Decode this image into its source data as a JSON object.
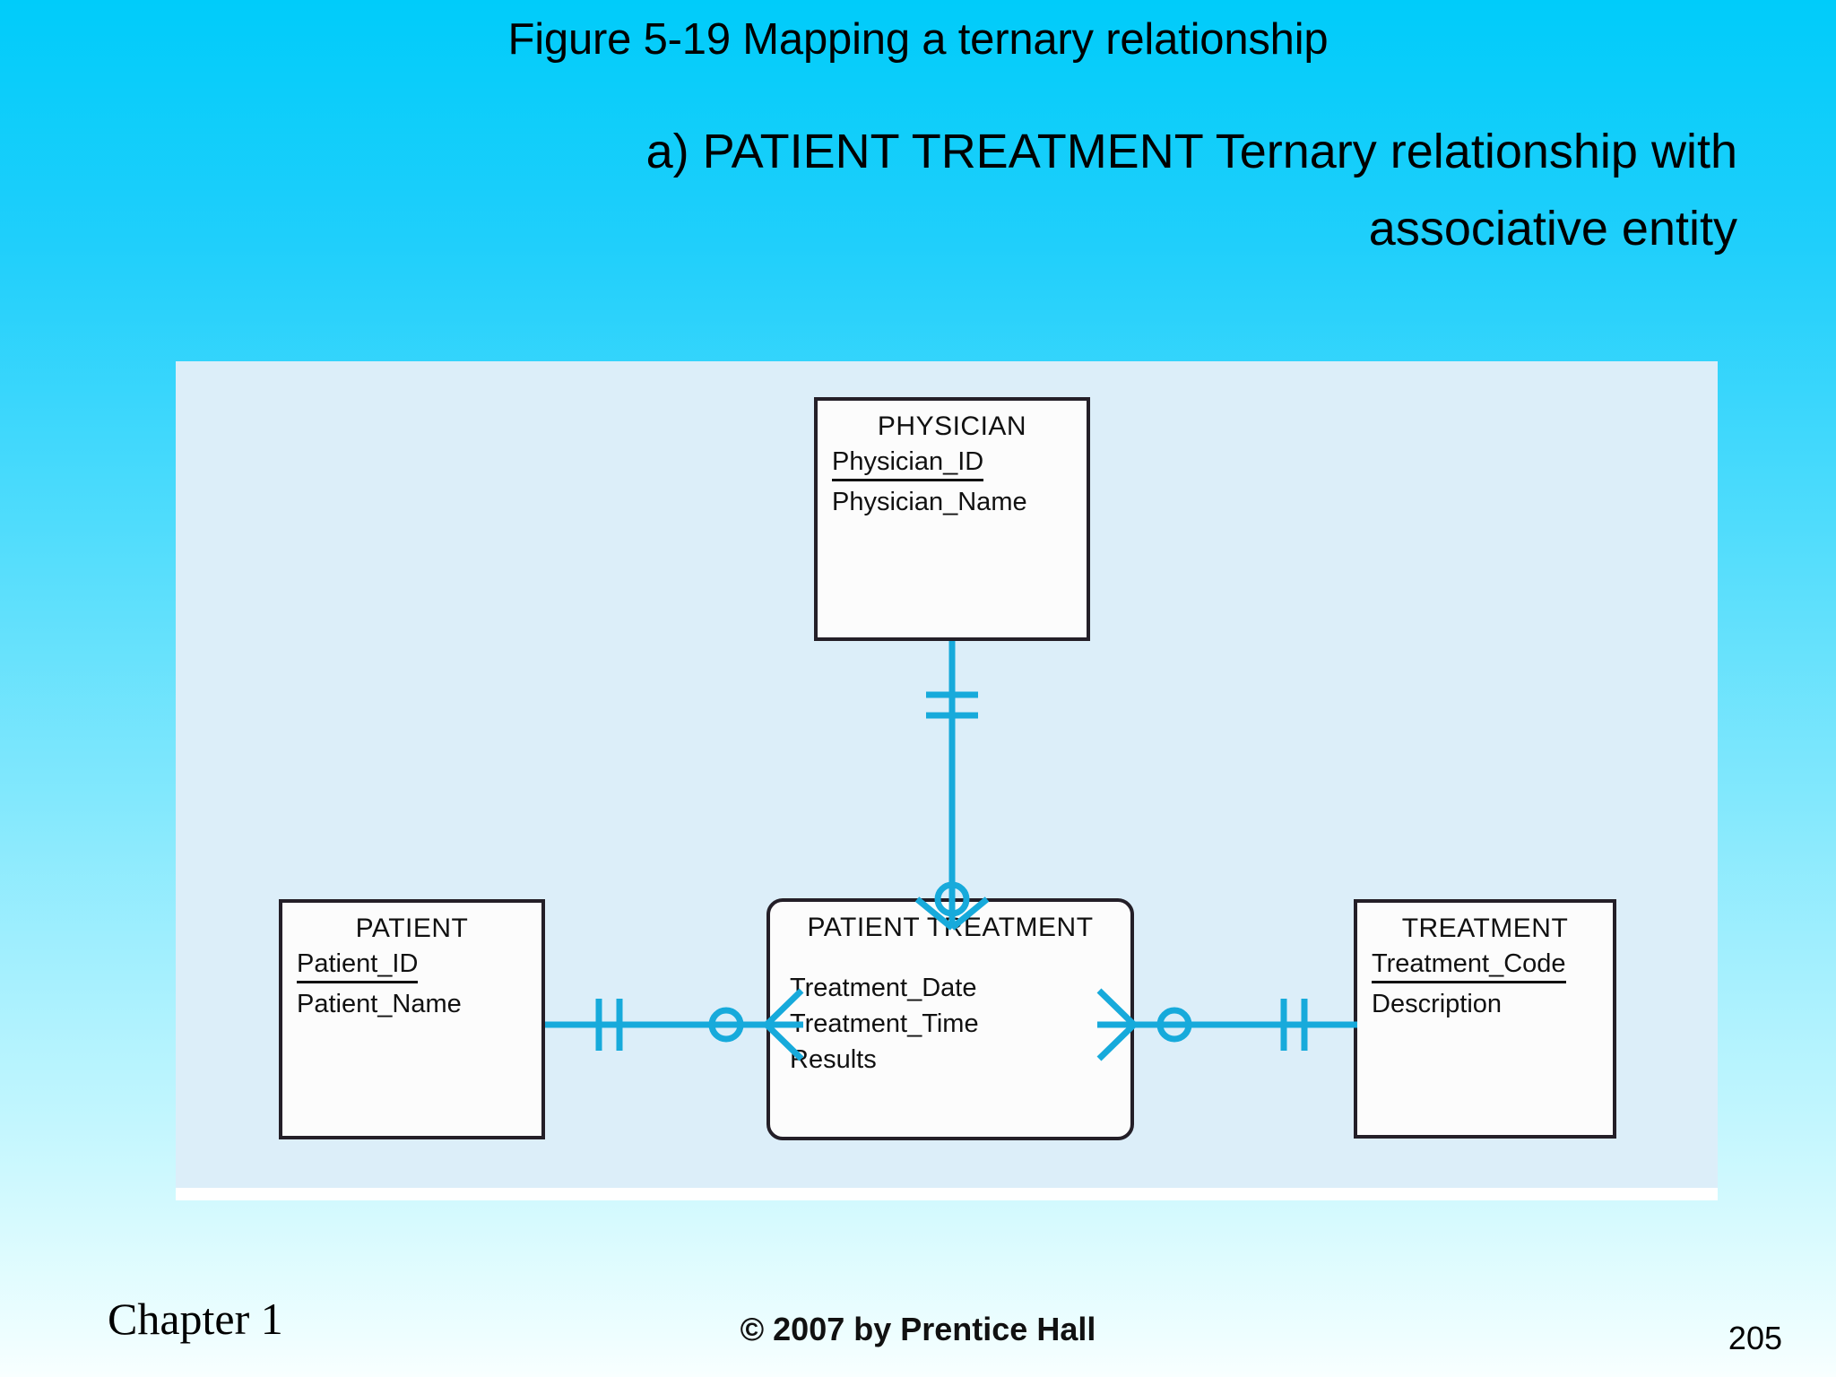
{
  "slide": {
    "figure_title": "Figure 5-19 Mapping a ternary relationship",
    "subtitle_line1": "a) PATIENT TREATMENT Ternary relationship with",
    "subtitle_line2": "associative entity"
  },
  "colors": {
    "background_top": "#00CCFA",
    "background_bottom": "#F8FFFF",
    "panel": "#DCEEF9",
    "entity_fill": "#FCFCFC",
    "entity_border": "#241F28",
    "relationship_line": "#17AADB",
    "text": "#111111"
  },
  "diagram": {
    "type": "entity-relationship-diagram",
    "notation": "crow's foot",
    "entities": [
      {
        "id": "physician",
        "name": "PHYSICIAN",
        "shape": "rectangle",
        "kind": "strong-entity",
        "attributes": [
          {
            "name": "Physician_ID",
            "primary_key": true
          },
          {
            "name": "Physician_Name",
            "primary_key": false
          }
        ]
      },
      {
        "id": "patient",
        "name": "PATIENT",
        "shape": "rectangle",
        "kind": "strong-entity",
        "attributes": [
          {
            "name": "Patient_ID",
            "primary_key": true
          },
          {
            "name": "Patient_Name",
            "primary_key": false
          }
        ]
      },
      {
        "id": "patient_treatment",
        "name": "PATIENT TREATMENT",
        "shape": "rounded-rectangle",
        "kind": "associative-entity",
        "attributes": [
          {
            "name": "Treatment_Date",
            "primary_key": false
          },
          {
            "name": "Treatment_Time",
            "primary_key": false
          },
          {
            "name": "Results",
            "primary_key": false
          }
        ]
      },
      {
        "id": "treatment",
        "name": "TREATMENT",
        "shape": "rectangle",
        "kind": "strong-entity",
        "attributes": [
          {
            "name": "Treatment_Code",
            "primary_key": true
          },
          {
            "name": "Description",
            "primary_key": false
          }
        ]
      }
    ],
    "relationships": [
      {
        "id": "physician-to-patient-treatment",
        "from": "physician",
        "to": "patient_treatment",
        "orientation": "vertical",
        "from_cardinality": "mandatory-one",
        "to_cardinality": "optional-many"
      },
      {
        "id": "patient-to-patient-treatment",
        "from": "patient",
        "to": "patient_treatment",
        "orientation": "horizontal",
        "from_cardinality": "mandatory-one",
        "to_cardinality": "optional-many"
      },
      {
        "id": "treatment-to-patient-treatment",
        "from": "treatment",
        "to": "patient_treatment",
        "orientation": "horizontal",
        "from_cardinality": "mandatory-one",
        "to_cardinality": "optional-many"
      }
    ]
  },
  "footer": {
    "chapter": "Chapter 1",
    "copyright": "© 2007 by Prentice Hall",
    "page_number": "205"
  }
}
